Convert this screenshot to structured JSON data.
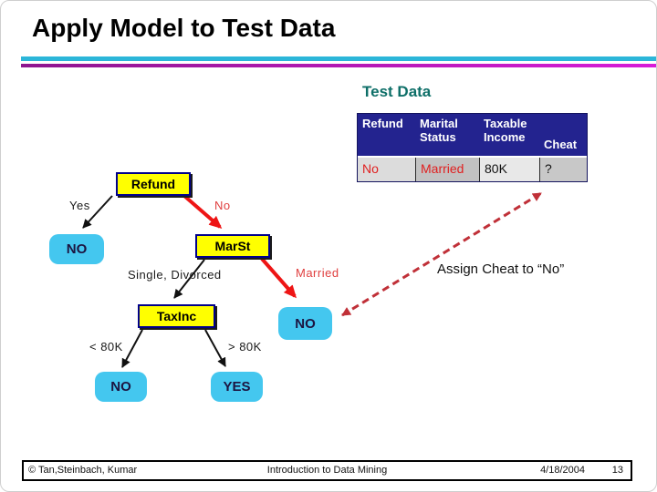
{
  "slide": {
    "title": "Apply Model to Test Data",
    "section_label": "Test Data",
    "annotation": "Assign Cheat to “No”"
  },
  "table": {
    "headers": [
      "Refund",
      "Marital Status",
      "Taxable Income",
      "Cheat"
    ],
    "row": [
      "No",
      "Married",
      "80K",
      "?"
    ]
  },
  "tree": {
    "root": "Refund",
    "marst": "MarSt",
    "taxinc": "TaxInc",
    "leaf_no_refund_yes": "NO",
    "leaf_no_married": "NO",
    "leaf_no_lt80k": "NO",
    "leaf_yes_gt80k": "YES",
    "edge_yes": "Yes",
    "edge_no": "No",
    "edge_single_divorced": "Single, Divorced",
    "edge_married": "Married",
    "edge_lt80k": "< 80K",
    "edge_gt80k": "> 80K"
  },
  "footer": {
    "copyright": "© Tan,Steinbach, Kumar",
    "title": "Introduction to Data Mining",
    "date": "4/18/2004",
    "page_number": "13"
  },
  "colors": {
    "decision_node_fill": "#FFFF00",
    "decision_node_border": "#00008B",
    "leaf_node_fill": "#44C7EF",
    "table_header_bg": "#23238F",
    "heading_teal": "#0E6F68",
    "divider_cyan": "#2BB6D9",
    "divider_magenta": "#B517B5",
    "arrow_red": "#EE1515",
    "dashed_arrow_red": "#C03038",
    "label_red": "#E04040"
  }
}
